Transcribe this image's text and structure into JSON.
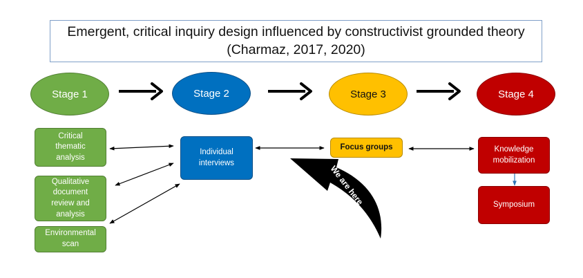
{
  "title": "Emergent, critical inquiry design influenced by constructivist grounded theory (Charmaz, 2017, 2020)",
  "stages": [
    {
      "label": "Stage 1",
      "color": "#70ad47"
    },
    {
      "label": "Stage 2",
      "color": "#0070c0"
    },
    {
      "label": "Stage 3",
      "color": "#ffc000"
    },
    {
      "label": "Stage 4",
      "color": "#c00000"
    }
  ],
  "stage1_boxes": [
    {
      "label": "Critical thematic analysis"
    },
    {
      "label": "Qualitative document review and analysis"
    },
    {
      "label": "Environmental scan"
    }
  ],
  "stage2_box": {
    "label": "Individual interviews"
  },
  "stage3_box": {
    "label": "Focus groups"
  },
  "stage4_boxes": [
    {
      "label": "Knowledge mobilization"
    },
    {
      "label": "Symposium"
    }
  ],
  "callout": {
    "label": "We are here"
  }
}
